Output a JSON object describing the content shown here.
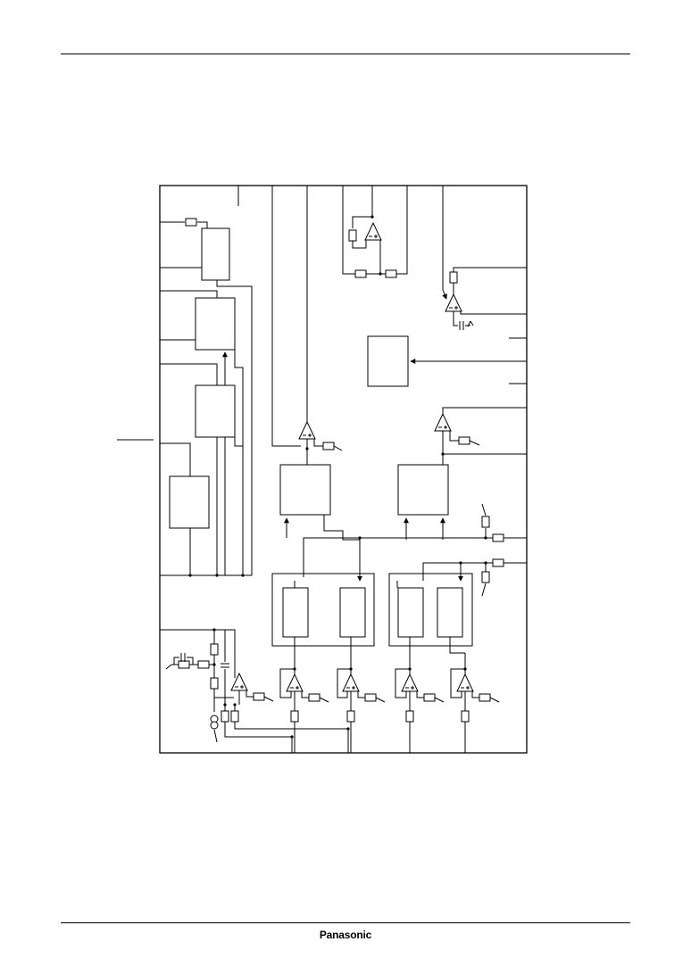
{
  "brand": {
    "logo_text": "Panasonic"
  },
  "colors": {
    "ink": "#000000",
    "paper": "#ffffff"
  },
  "icons": [
    "op-amp-symbol",
    "resistor-symbol",
    "capacitor-symbol",
    "current-source-symbol",
    "ground-symbol"
  ]
}
